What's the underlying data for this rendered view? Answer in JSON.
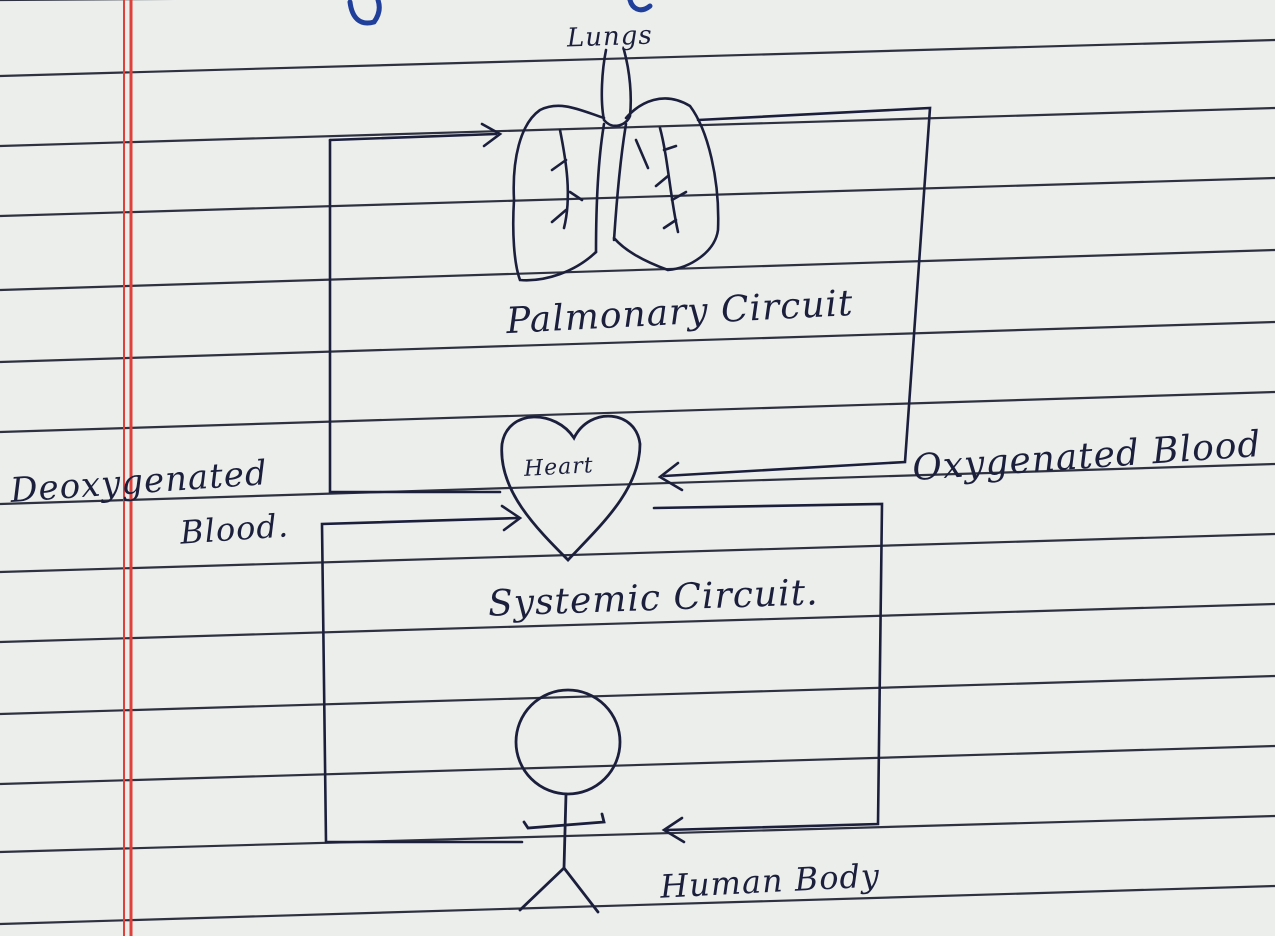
{
  "diagram": {
    "labels": {
      "lungs": "Lungs",
      "pulmonary_circuit": "Palmonary Circuit",
      "heart": "Heart",
      "deoxygenated_line1": "Deoxygenated",
      "deoxygenated_line2": "Blood.",
      "oxygenated": "Oxygenated Blood",
      "systemic_circuit": "Systemic Circuit.",
      "human_body": "Human Body"
    },
    "colors": {
      "paper": "#eceeec",
      "ruled_line": "#2e3240",
      "margin_line": "#e0403a",
      "ink": "#1b1f3c",
      "header_ink": "#1f3f9a"
    }
  }
}
